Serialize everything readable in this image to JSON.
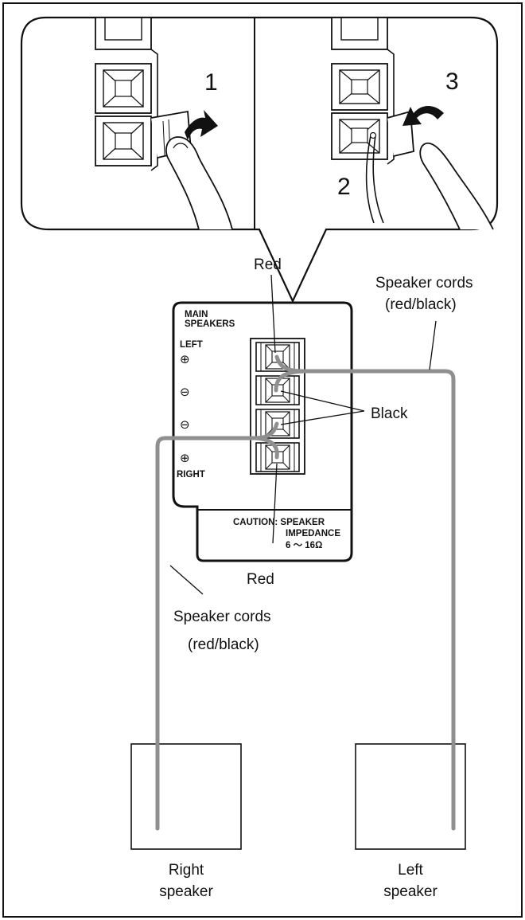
{
  "steps": {
    "one": "1",
    "two": "2",
    "three": "3"
  },
  "labels": {
    "red_top": "Red",
    "red_bottom": "Red",
    "black": "Black",
    "cords_right_line1": "Speaker cords",
    "cords_right_line2": "(red/black)",
    "cords_left_line1": "Speaker cords",
    "cords_left_line2": "(red/black)",
    "right_speaker_line1": "Right",
    "right_speaker_line2": "speaker",
    "left_speaker_line1": "Left",
    "left_speaker_line2": "speaker"
  },
  "panel": {
    "title_line1": "MAIN",
    "title_line2": "SPEAKERS",
    "left": "LEFT",
    "right": "RIGHT",
    "plus": "⊕",
    "minus": "⊖",
    "caution_line1": "CAUTION: SPEAKER",
    "caution_line2": "IMPEDANCE",
    "caution_line3": "6 ～ 16Ω"
  },
  "colors": {
    "cord": "#8f8f8f",
    "line": "#111111",
    "fill": "#ffffff"
  }
}
